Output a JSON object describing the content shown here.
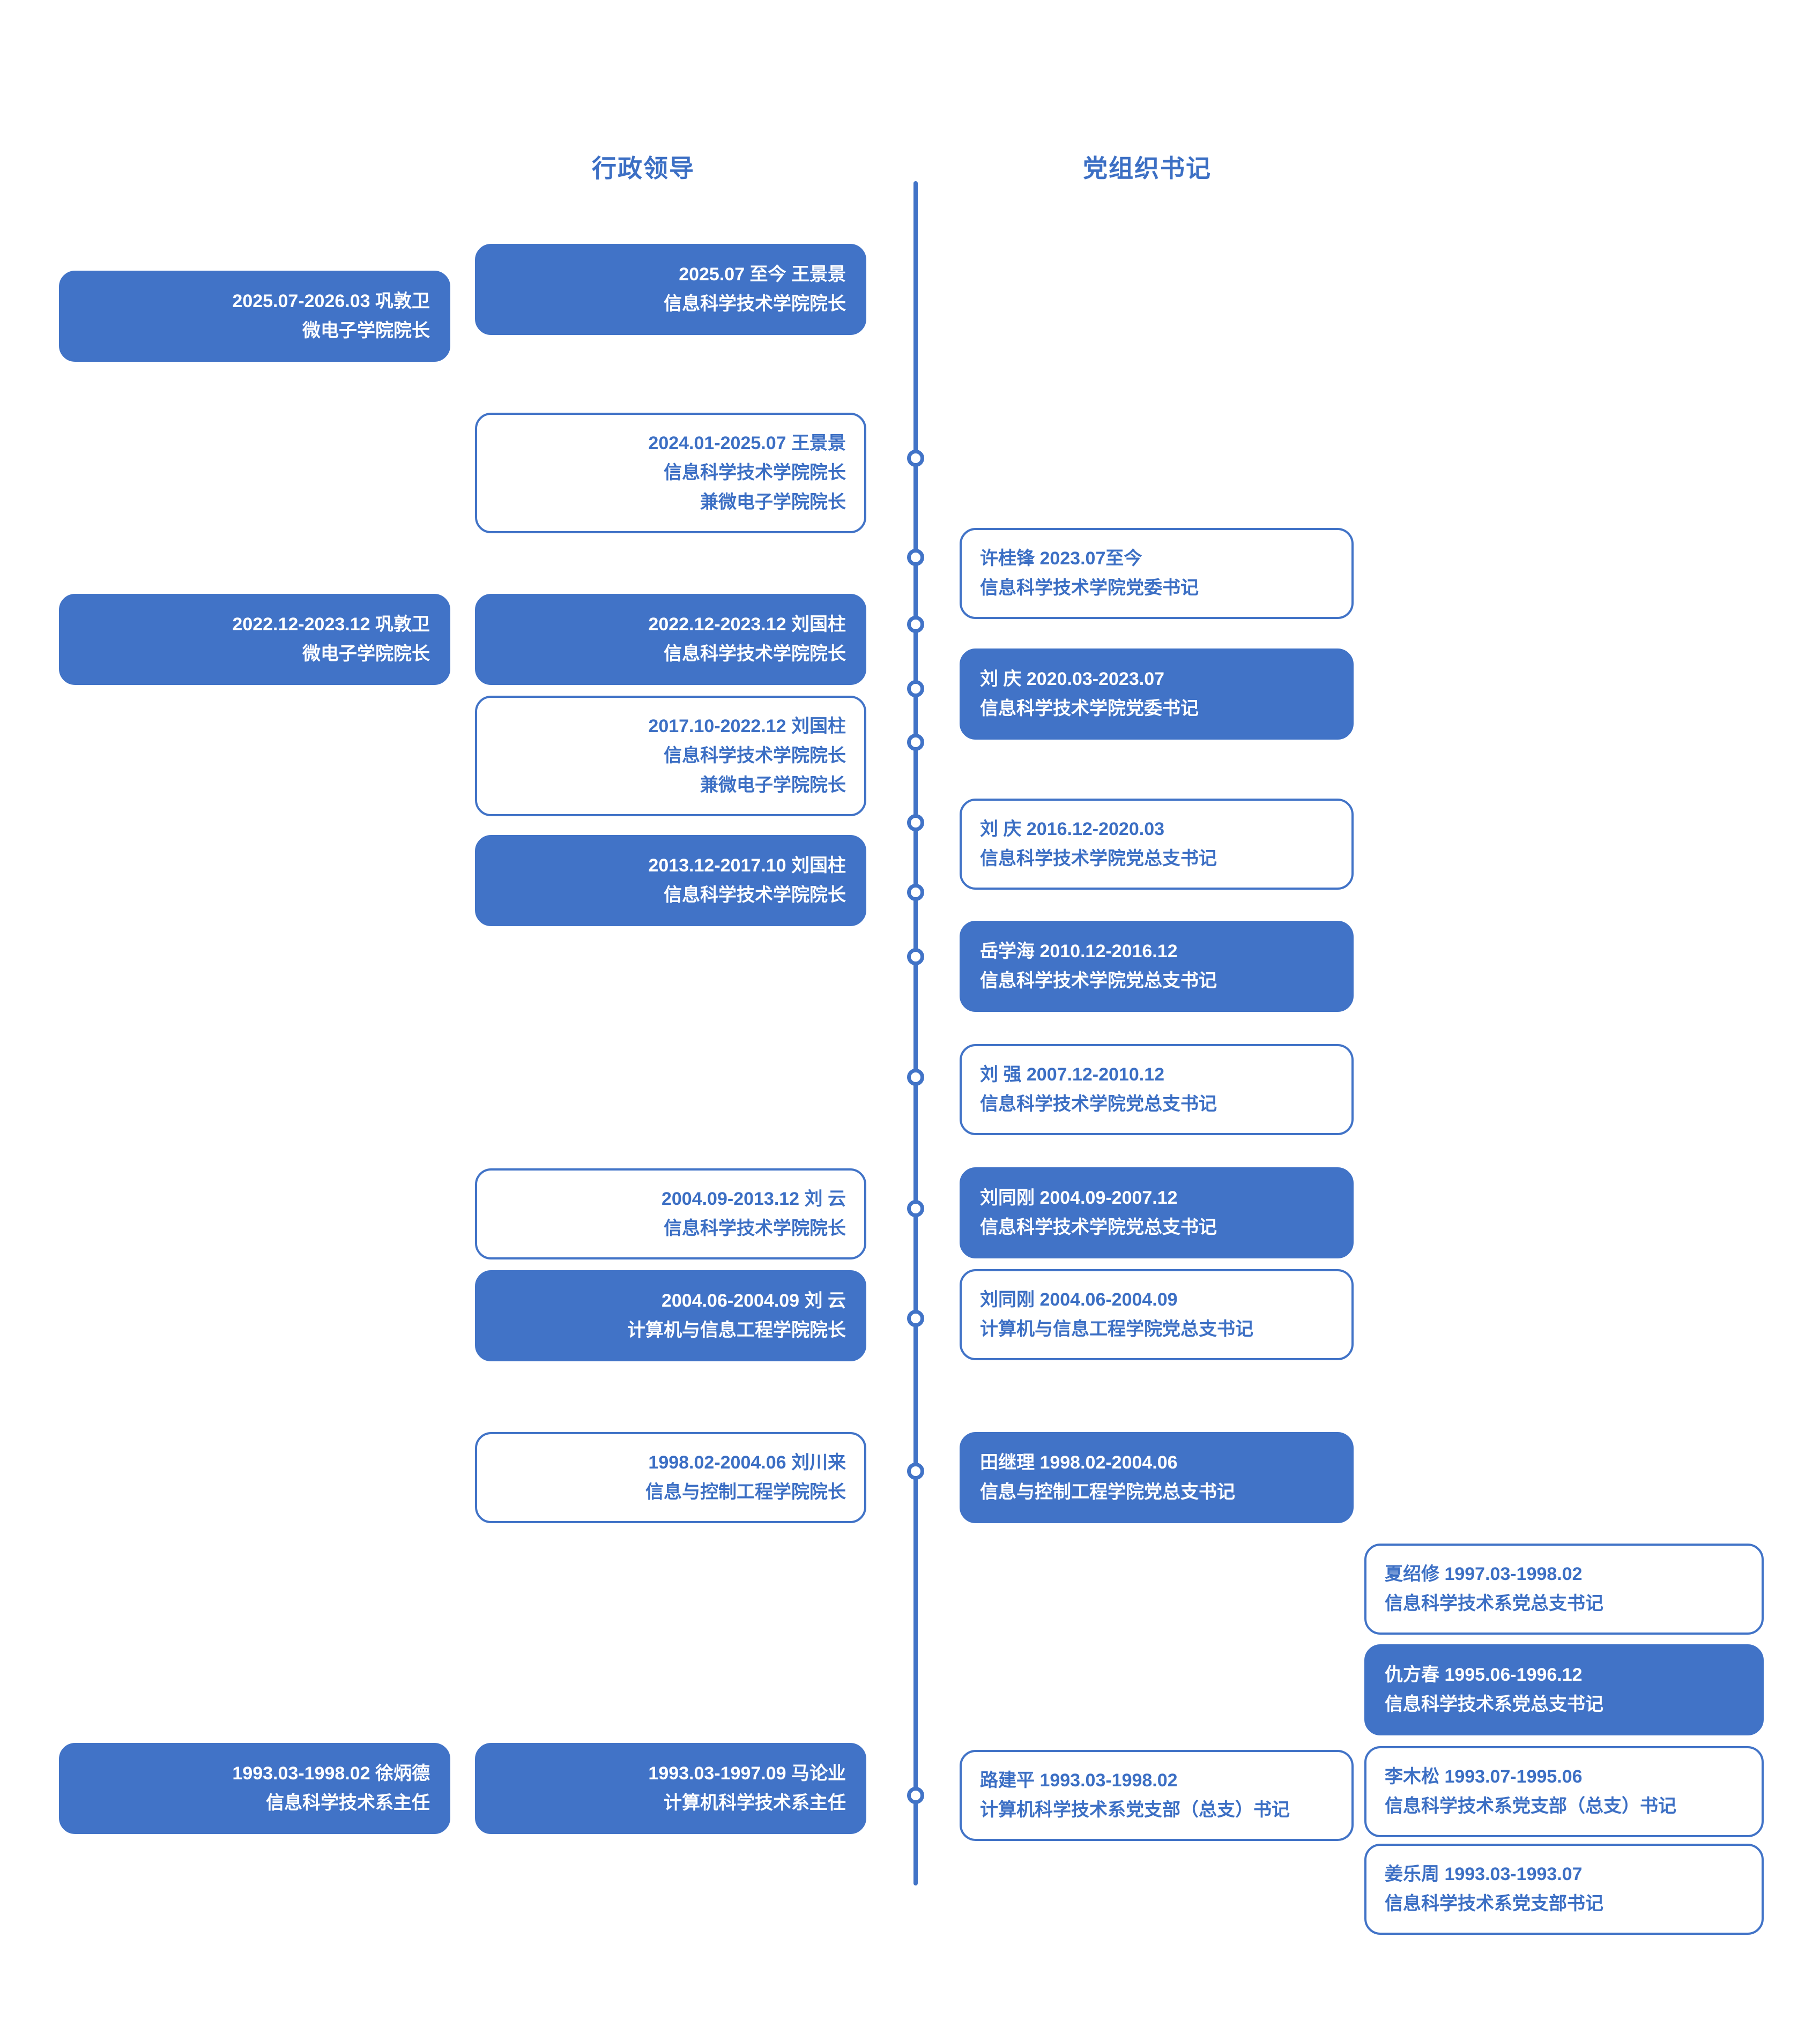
{
  "headers": {
    "admin": "行政领导",
    "party": "党组织书记"
  },
  "timeline": {
    "axis_color": "#4173C7",
    "dot_count": 13,
    "dots_y": [
      855,
      1040,
      1165,
      1285,
      1385,
      1535,
      1665,
      1785,
      2010,
      2255,
      2460,
      2745,
      3350
    ]
  },
  "colors": {
    "accent": "#4173C7",
    "text_on_fill": "#ffffff",
    "text_accent": "#3C6FC4",
    "background": "#ffffff"
  },
  "left_column": [
    {
      "id": "gong-dunwei-2025",
      "style": "filled",
      "align": "align-right",
      "lines": [
        "2025.07-2026.03    巩敦卫",
        "微电子学院院长"
      ]
    },
    {
      "id": "gong-dunwei-2022",
      "style": "filled",
      "align": "align-right",
      "lines": [
        "2022.12-2023.12    巩敦卫",
        "微电子学院院长"
      ]
    },
    {
      "id": "xu-bingde-1993",
      "style": "filled",
      "align": "align-right",
      "lines": [
        "1993.03-1998.02    徐炳德",
        "信息科学技术系主任"
      ]
    }
  ],
  "admin_column": [
    {
      "id": "wang-jingjing-2025",
      "style": "filled",
      "align": "align-right",
      "lines": [
        "2025.07  至今      王景景",
        "信息科学技术学院院长"
      ]
    },
    {
      "id": "wang-jingjing-2024",
      "style": "outline",
      "align": "align-right",
      "lines": [
        "2024.01-2025.07    王景景",
        "信息科学技术学院院长",
        "兼微电子学院院长"
      ]
    },
    {
      "id": "liu-guozhu-2022",
      "style": "filled",
      "align": "align-right",
      "lines": [
        "2022.12-2023.12    刘国柱",
        "信息科学技术学院院长"
      ]
    },
    {
      "id": "liu-guozhu-2017",
      "style": "outline",
      "align": "align-right",
      "lines": [
        "2017.10-2022.12    刘国柱",
        "信息科学技术学院院长",
        "兼微电子学院院长"
      ]
    },
    {
      "id": "liu-guozhu-2013",
      "style": "filled",
      "align": "align-right",
      "lines": [
        "2013.12-2017.10    刘国柱",
        "信息科学技术学院院长"
      ]
    },
    {
      "id": "liu-yun-2004-09",
      "style": "outline",
      "align": "align-right",
      "lines": [
        "2004.09-2013.12    刘 云",
        "信息科学技术学院院长"
      ]
    },
    {
      "id": "liu-yun-2004-06",
      "style": "filled",
      "align": "align-right",
      "lines": [
        "2004.06-2004.09    刘 云",
        "计算机与信息工程学院院长"
      ]
    },
    {
      "id": "liu-chuanlai-1998",
      "style": "outline",
      "align": "align-right",
      "lines": [
        "1998.02-2004.06    刘川来",
        "信息与控制工程学院院长"
      ]
    },
    {
      "id": "ma-lunye-1993",
      "style": "filled",
      "align": "align-right",
      "lines": [
        "1993.03-1997.09    马论业",
        "计算机科学技术系主任"
      ]
    }
  ],
  "party_column": [
    {
      "id": "xu-guifeng-2023",
      "style": "outline",
      "align": "align-left",
      "lines": [
        "许桂锋    2023.07至今",
        "信息科学技术学院党委书记"
      ]
    },
    {
      "id": "liu-qing-2020",
      "style": "filled",
      "align": "align-left",
      "lines": [
        "刘 庆    2020.03-2023.07",
        "信息科学技术学院党委书记"
      ]
    },
    {
      "id": "liu-qing-2016",
      "style": "outline",
      "align": "align-left",
      "lines": [
        "刘 庆    2016.12-2020.03",
        "信息科学技术学院党总支书记"
      ]
    },
    {
      "id": "yue-xuehai-2010",
      "style": "filled",
      "align": "align-left",
      "lines": [
        "岳学海    2010.12-2016.12",
        "信息科学技术学院党总支书记"
      ]
    },
    {
      "id": "liu-qiang-2007",
      "style": "outline",
      "align": "align-left",
      "lines": [
        "刘 强    2007.12-2010.12",
        "信息科学技术学院党总支书记"
      ]
    },
    {
      "id": "liu-tonggang-2004-09",
      "style": "filled",
      "align": "align-left",
      "lines": [
        "刘同刚    2004.09-2007.12",
        "信息科学技术学院党总支书记"
      ]
    },
    {
      "id": "liu-tonggang-2004-06",
      "style": "outline",
      "align": "align-left",
      "lines": [
        "刘同刚    2004.06-2004.09",
        "计算机与信息工程学院党总支书记"
      ]
    },
    {
      "id": "tian-jili-1998",
      "style": "filled",
      "align": "align-left",
      "lines": [
        "田继理    1998.02-2004.06",
        "信息与控制工程学院党总支书记"
      ]
    },
    {
      "id": "lu-jianping-1993",
      "style": "outline",
      "align": "align-left",
      "lines": [
        "路建平    1993.03-1998.02",
        "计算机科学技术系党支部（总支）书记"
      ]
    }
  ],
  "party_far_column": [
    {
      "id": "xia-shaoxiu-1997",
      "style": "outline",
      "align": "align-left",
      "lines": [
        "夏绍修      1997.03-1998.02",
        "信息科学技术系党总支书记"
      ]
    },
    {
      "id": "chou-fangchun-1995",
      "style": "filled",
      "align": "align-left",
      "lines": [
        "仇方春      1995.06-1996.12",
        "信息科学技术系党总支书记"
      ]
    },
    {
      "id": "li-musong-1993",
      "style": "outline",
      "align": "align-left",
      "lines": [
        "李木松      1993.07-1995.06",
        "信息科学技术系党支部（总支）书记"
      ]
    },
    {
      "id": "jiang-lezhou-1993",
      "style": "outline",
      "align": "align-left",
      "lines": [
        "姜乐周      1993.03-1993.07",
        "信息科学技术系党支部书记"
      ]
    }
  ]
}
